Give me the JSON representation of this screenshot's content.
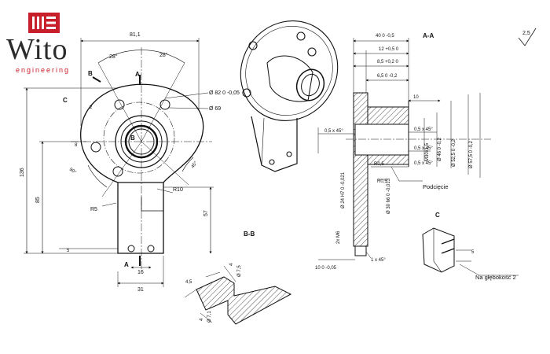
{
  "brand": {
    "name": "Wito",
    "tagline": "engineering",
    "accent_color": "#c8202a",
    "icon": "w-mark-logo"
  },
  "front_view": {
    "dims": {
      "width_top": "81,1",
      "angle_left": "28°",
      "angle_right": "28°",
      "dia_outer": "Ø 82 0 -0,05",
      "dia_bolt": "Ø 69",
      "height_total": "136",
      "height_center": "85",
      "height_stem": "57",
      "hole_top": "2",
      "hole_side": "8",
      "angle_low_left": "90°",
      "angle_low_right": "45°",
      "radius_r10": "R10",
      "radius_r5": "R5",
      "offset_5": "5",
      "width_16": "16",
      "width_31": "31"
    },
    "labels": {
      "section_a_top": "A",
      "section_a_bottom": "A",
      "section_b_left": "B",
      "section_b_center": "B",
      "detail_c": "C"
    }
  },
  "section_aa": {
    "title": "A-A",
    "surface_finish": "2,5",
    "dims": {
      "d40": "40 0 -0,5",
      "d12": "12 +0,5 0",
      "d8_5": "8,5 +0,2 0",
      "d6_5": "6,5 0 -0,2",
      "d10_top": "10",
      "chamfer_upper_left": "0,5 x 45°",
      "chamfer_upper_right": "0,5 x 45°",
      "chamfer_mid_right": "0,5 x 45°",
      "chamfer_lower": "0,5 x 45°",
      "thread": "M30x1,5",
      "dia_46": "Ø 46 0 -0,2",
      "dia_52_5": "Ø 52,5 0 -0,2",
      "dia_57_5": "Ø 57,5 0 -0,2",
      "r0_5_left": "R0,5",
      "r0_5_right": "R0,5",
      "dia_24h7": "Ø 24 H7 0 -0,021",
      "dia_30h6": "Ø 30 h6 0 -0,013",
      "thread_m6": "2x M6",
      "chamfer_bottom": "1 x 45°",
      "d10_bottom": "10 0 -0,05"
    },
    "callout_undercut": "Podcięcie"
  },
  "section_bb": {
    "title": "B-B",
    "dims": {
      "d4_5": "4,5",
      "d4": "4",
      "dia_7_5": "Ø 7,5",
      "dia_7_1": "Ø 7,1",
      "d4_bottom": "4"
    }
  },
  "detail_c": {
    "title": "C",
    "dim_5": "5",
    "depth_note": "Na głębokość  2"
  }
}
